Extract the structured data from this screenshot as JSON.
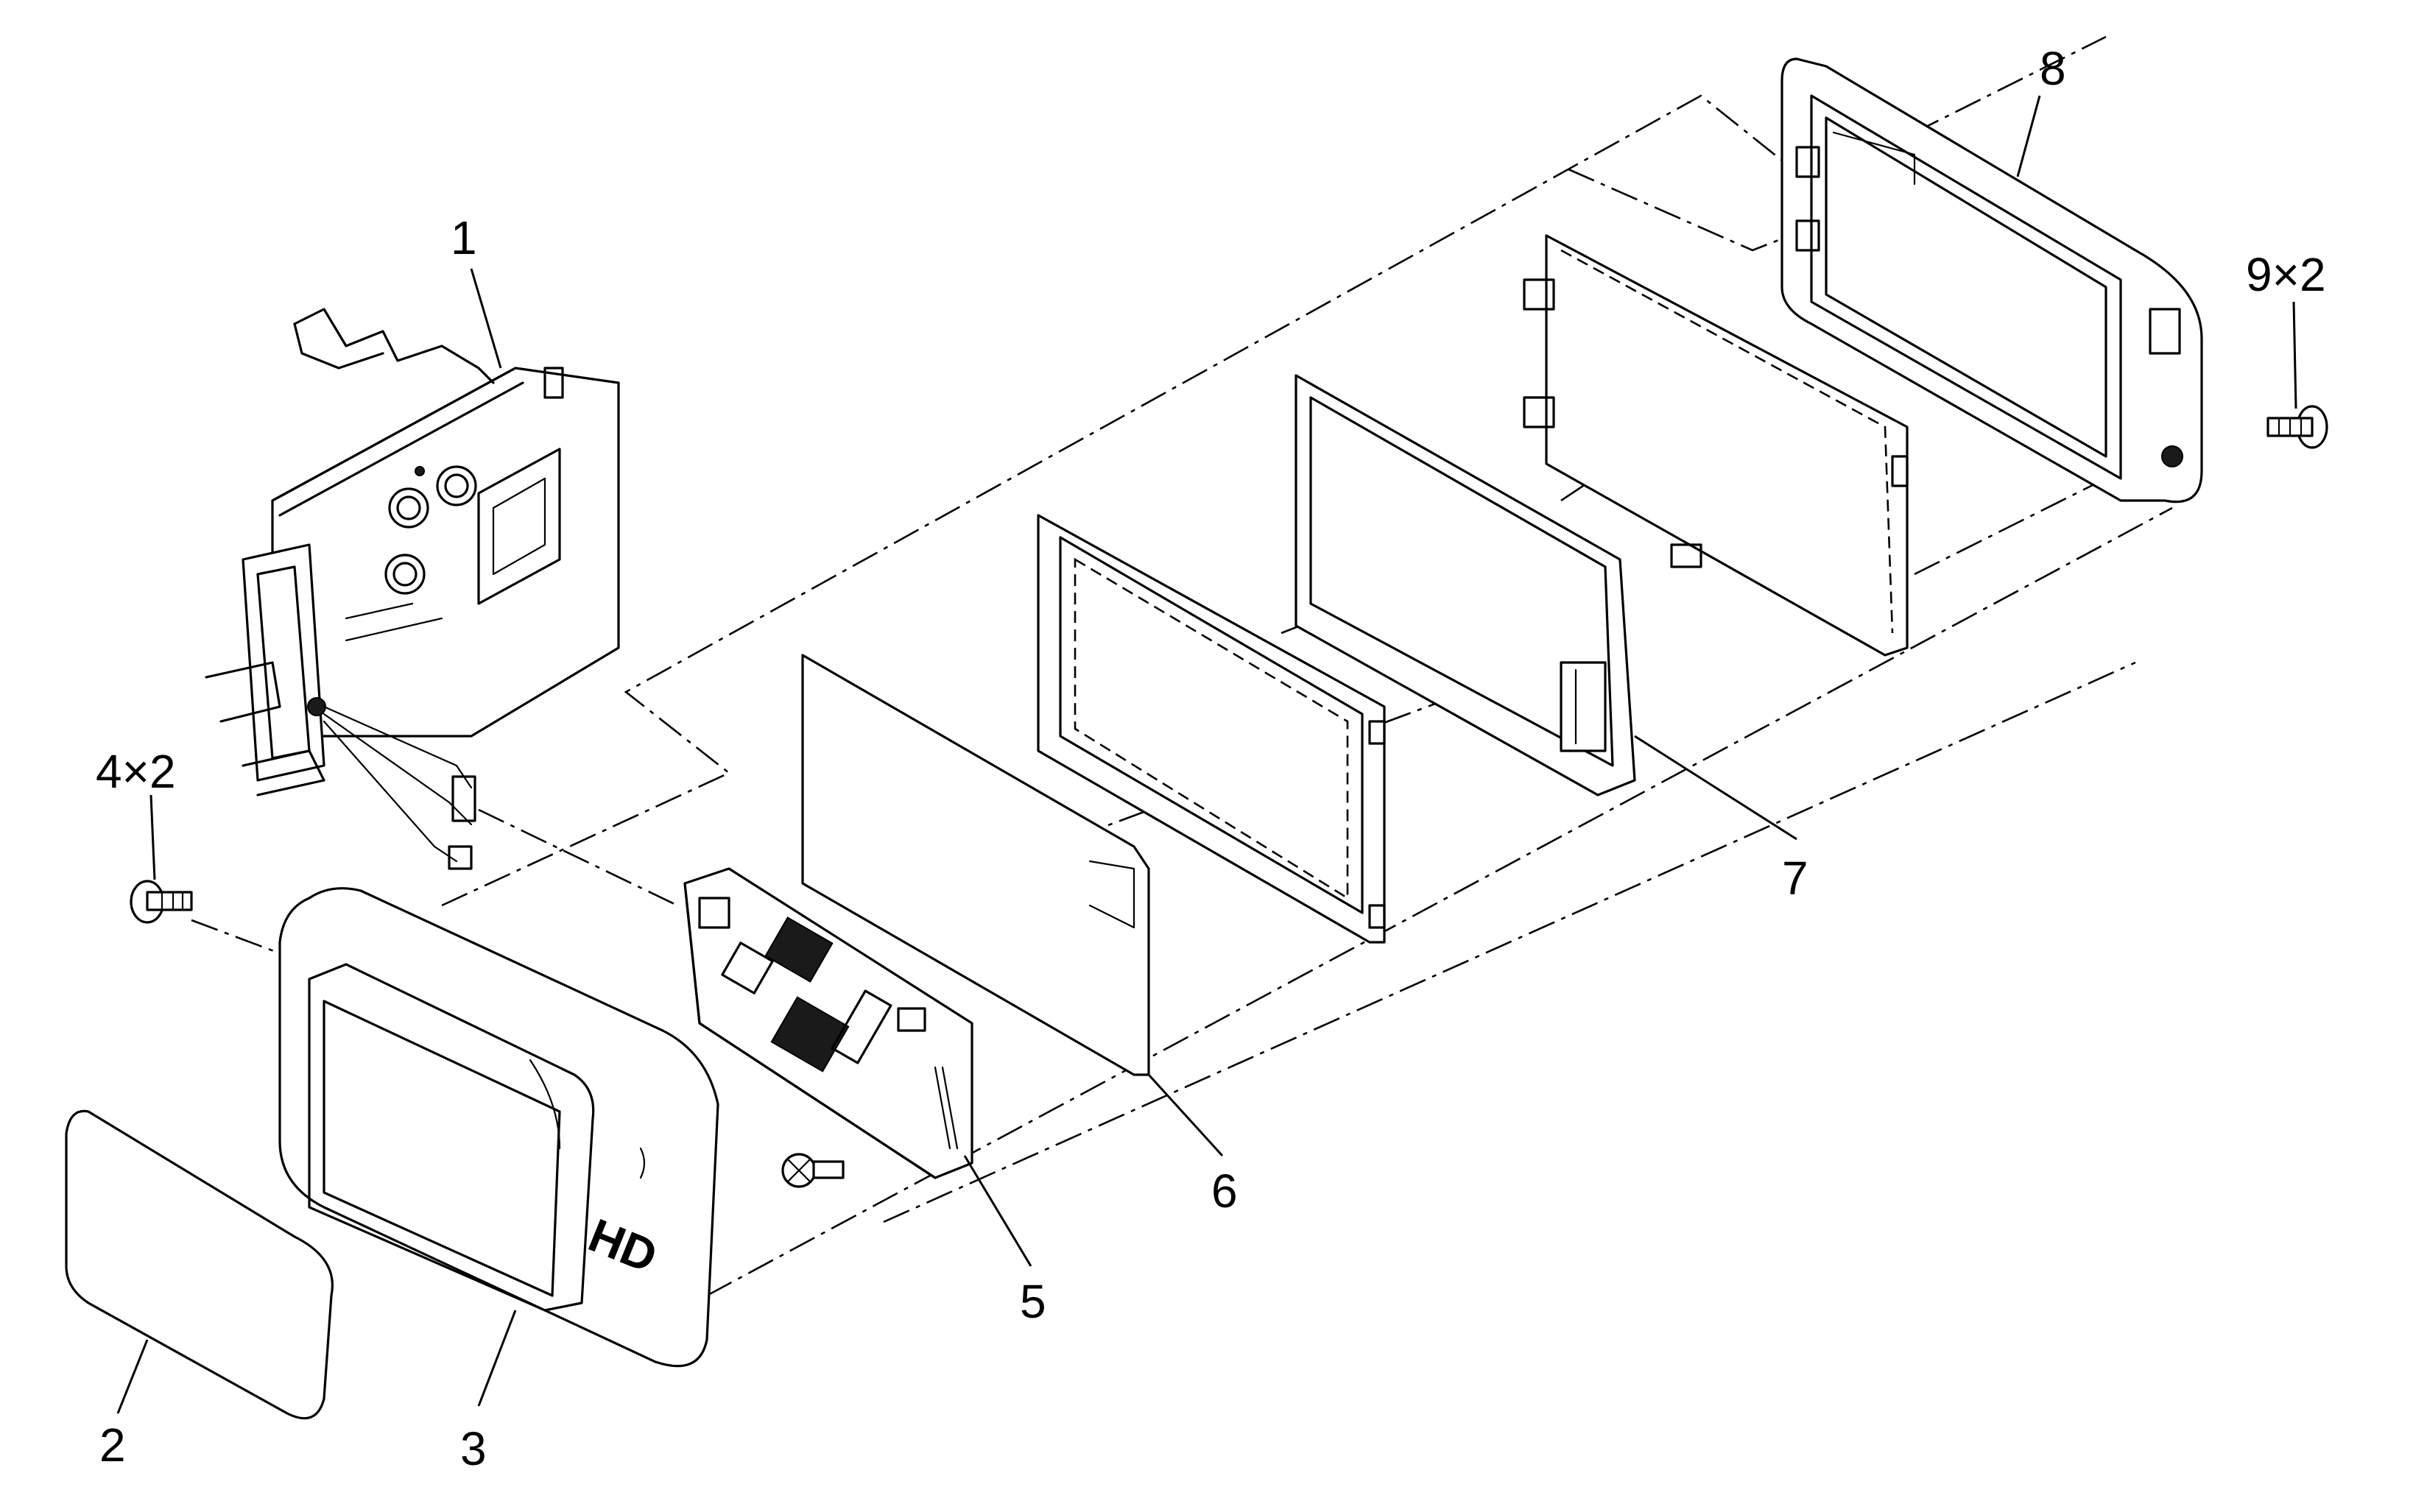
{
  "callouts": [
    {
      "id": "1",
      "text": "1"
    },
    {
      "id": "2",
      "text": "2"
    },
    {
      "id": "3",
      "text": "3"
    },
    {
      "id": "4",
      "text": "4×2"
    },
    {
      "id": "5",
      "text": "5"
    },
    {
      "id": "6",
      "text": "6"
    },
    {
      "id": "7",
      "text": "7"
    },
    {
      "id": "8",
      "text": "8"
    },
    {
      "id": "9",
      "text": "9×2"
    }
  ],
  "logo_text": "HD"
}
